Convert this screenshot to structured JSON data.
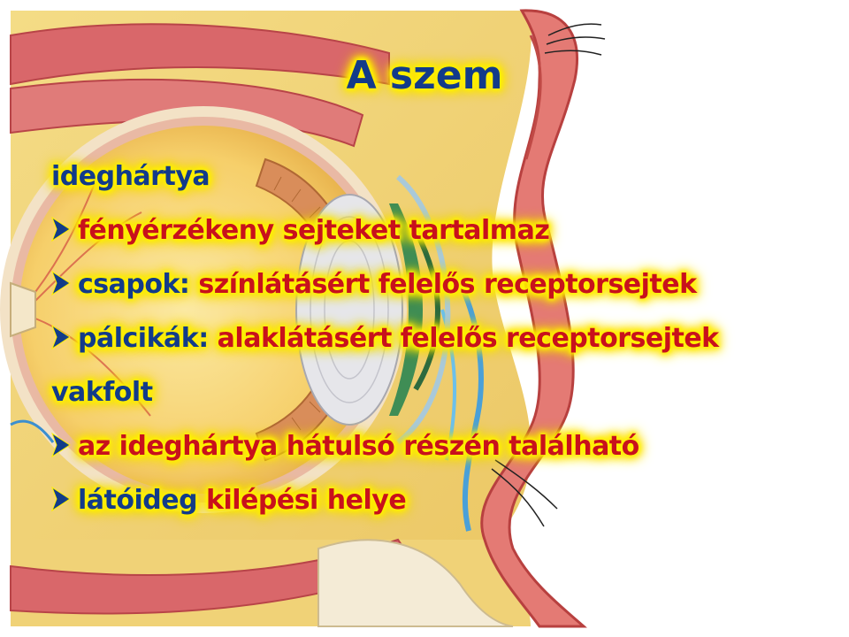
{
  "title": "A szem",
  "sections": [
    {
      "heading": "ideghártya",
      "bullets": [
        {
          "label": "",
          "text": "fényérzékeny sejteket tartalmaz"
        },
        {
          "label": "csapok:",
          "text": "színlátásért felelős receptorsejtek"
        },
        {
          "label": "pálcikák:",
          "text": "alaklátásért felelős receptorsejtek"
        }
      ]
    },
    {
      "heading": "vakfolt",
      "bullets": [
        {
          "label": "",
          "text": "az ideghártya hátulsó részén található"
        },
        {
          "label": "látóideg",
          "text": "kilépési helye"
        }
      ]
    }
  ],
  "colors": {
    "heading": "#123b8a",
    "body": "#c8111c",
    "glow": "#fff200"
  },
  "icons": {
    "bullet": "arrowhead-bullet-icon",
    "background": "eye-anatomy-illustration"
  }
}
